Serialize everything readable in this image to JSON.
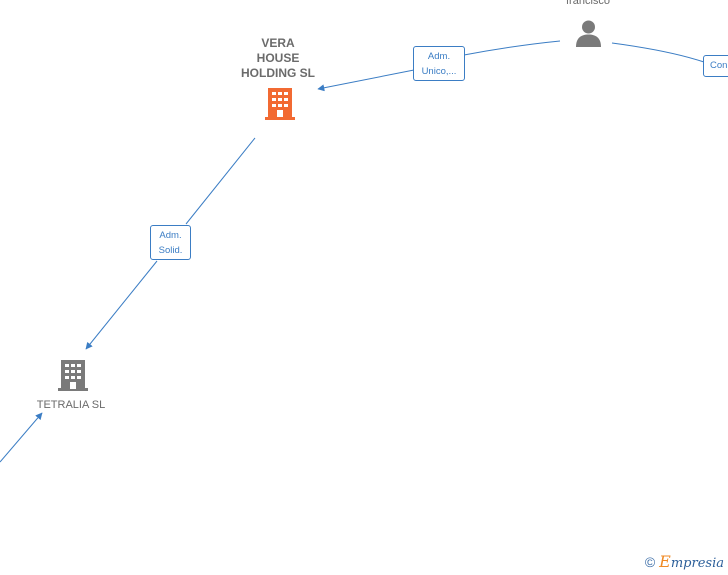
{
  "colors": {
    "edge": "#3b7dc4",
    "company_active": "#f26a32",
    "company_default": "#7a7a7a",
    "person": "#7a7a7a"
  },
  "nodes": {
    "person": {
      "label": "francisco",
      "icon": "person-icon"
    },
    "vera": {
      "label": "VERA\nHOUSE\nHOLDING  SL",
      "icon": "building-icon"
    },
    "tetralia": {
      "label": "TETRALIA  SL",
      "icon": "building-icon"
    }
  },
  "edges": {
    "person_vera": "Adm.\nUnico,...",
    "vera_tetralia": "Adm.\nSolid.",
    "person_offscreen": "Con"
  },
  "watermark": {
    "symbol": "©",
    "brand_initial": "E",
    "brand_rest": "mpresia"
  }
}
